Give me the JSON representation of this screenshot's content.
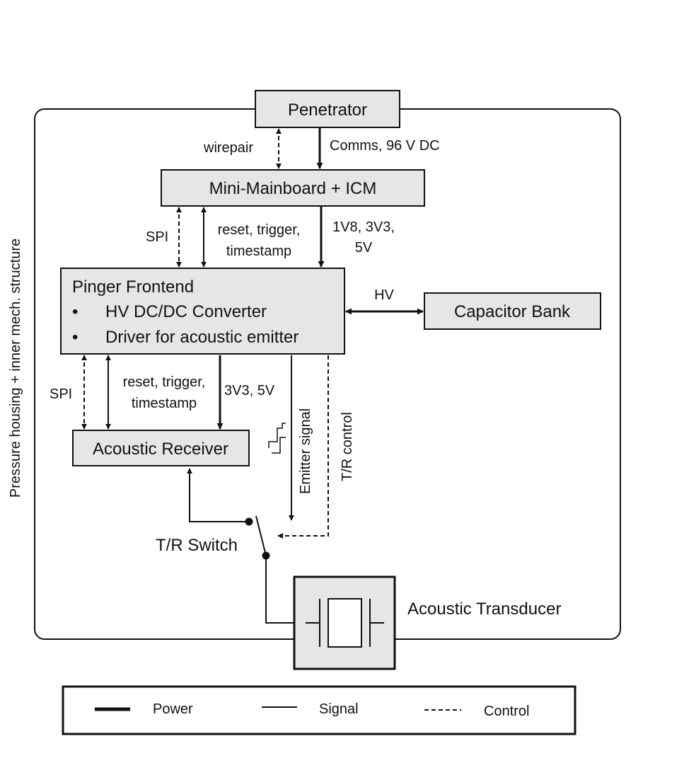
{
  "housing_label": "Pressure housing + inner mech. structure",
  "blocks": {
    "penetrator": "Penetrator",
    "mainboard": "Mini-Mainboard + ICM",
    "pinger_title": "Pinger Frontend",
    "pinger_bullet1": "HV DC/DC Converter",
    "pinger_bullet2": "Driver for acoustic emitter",
    "bullet_glyph": "•",
    "capacitor": "Capacitor Bank",
    "receiver": "Acoustic Receiver",
    "transducer": "Acoustic Transducer",
    "tr_switch": "T/R Switch"
  },
  "connections": {
    "wirepair": "wirepair",
    "comms": "Comms, 96 V DC",
    "spi_top": "SPI",
    "reset_top_1": "reset, trigger,",
    "reset_top_2": "timestamp",
    "power_top_1": "1V8, 3V3,",
    "power_top_2": "5V",
    "hv": "HV",
    "spi_bottom": "SPI",
    "reset_bottom_1": "reset, trigger,",
    "reset_bottom_2": "timestamp",
    "power_bottom": "3V3, 5V",
    "emitter_signal": "Emitter signal",
    "tr_control": "T/R control"
  },
  "legend": {
    "power": "Power",
    "signal": "Signal",
    "control": "Control"
  },
  "colors": {
    "block_fill": "#e6e6e6",
    "stroke": "#111111"
  }
}
